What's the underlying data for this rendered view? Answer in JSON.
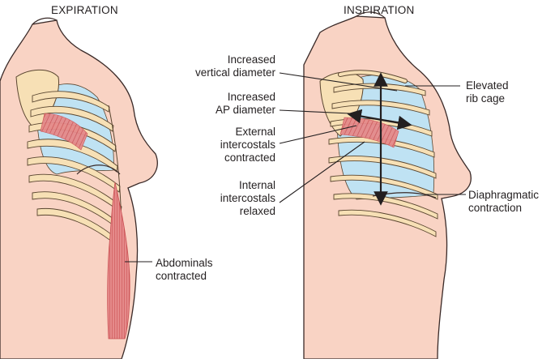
{
  "headings": {
    "expiration": "EXPIRATION",
    "inspiration": "INSPIRATION"
  },
  "labels": {
    "increased_vertical_1": "Increased",
    "increased_vertical_2": "vertical diameter",
    "increased_ap_1": "Increased",
    "increased_ap_2": "AP diameter",
    "external_1": "External",
    "external_2": "intercostals",
    "external_3": "contracted",
    "internal_1": "Internal",
    "internal_2": "intercostals",
    "internal_3": "relaxed",
    "elevated_1": "Elevated",
    "elevated_2": "rib cage",
    "diaphragm_1": "Diaphragmatic",
    "diaphragm_2": "contraction",
    "abdominals_1": "Abdominals",
    "abdominals_2": "contracted"
  },
  "colors": {
    "skin": "#f9d3c4",
    "skin_outline": "#3a2a28",
    "bone": "#f7e0b5",
    "bone_outline": "#5a4630",
    "lung_space": "#bfe2f3",
    "muscle": "#e58a8a",
    "muscle_dark": "#c94f52",
    "line": "#231f20"
  }
}
